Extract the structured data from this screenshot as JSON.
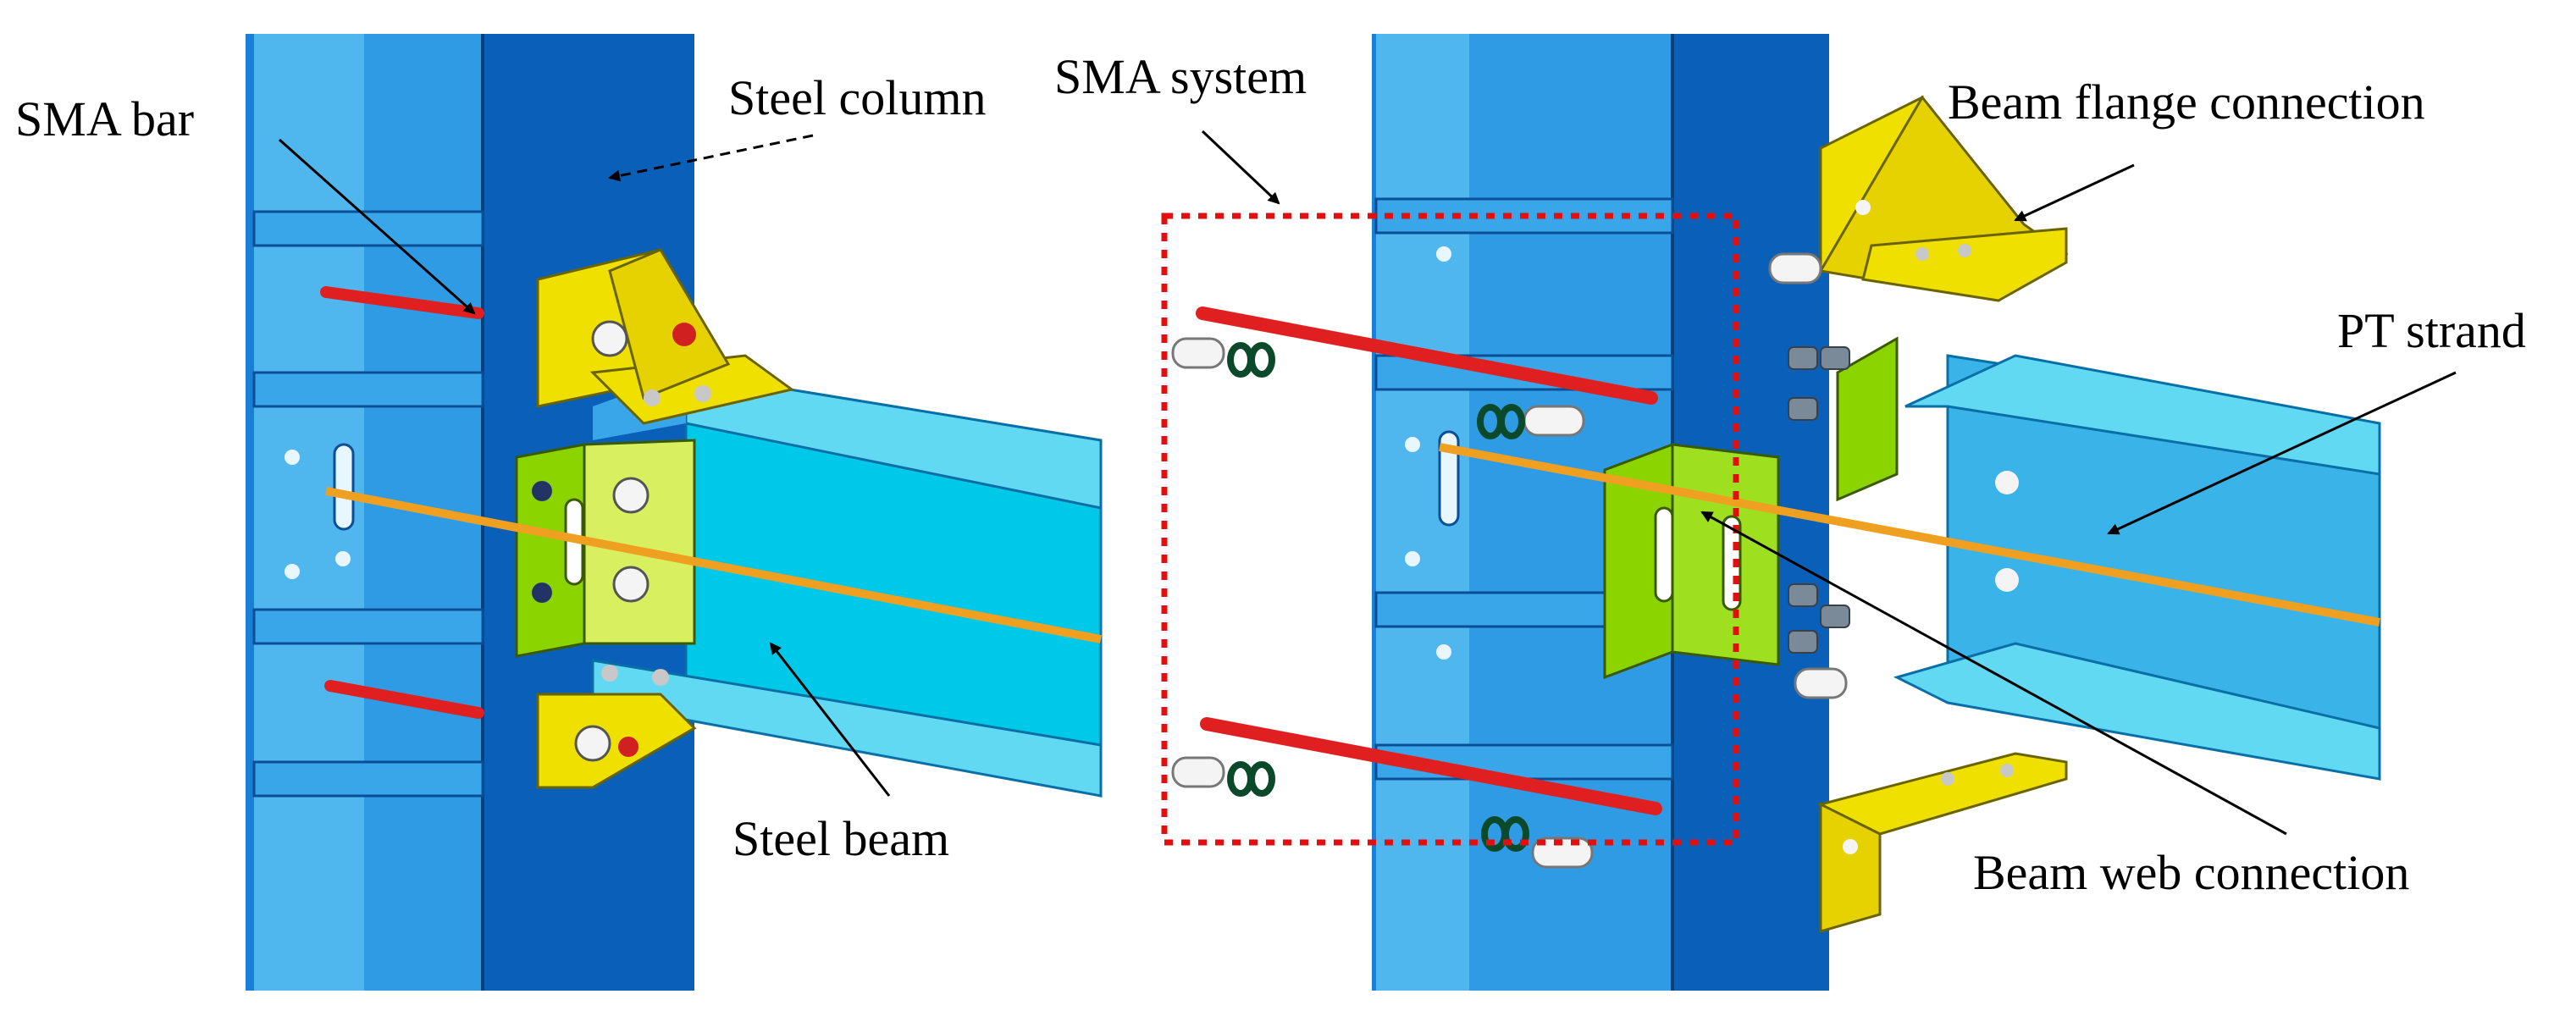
{
  "labels": {
    "sma_bar": "SMA bar",
    "steel_column": "Steel column",
    "sma_system": "SMA system",
    "beam_flange_connection": "Beam flange connection",
    "pt_strand": "PT strand",
    "steel_beam": "Steel beam",
    "beam_web_connection": "Beam web connection"
  },
  "colors": {
    "column_dark": "#0a5fb8",
    "column_mid": "#1a7fd6",
    "column_light": "#4fb6ee",
    "beam_cyan": "#00c8e8",
    "beam_light": "#62d9f2",
    "flange_yellow": "#f0e000",
    "web_green": "#8cd400",
    "sma_red": "#e02020",
    "pt_orange": "#f0a020",
    "dashed_box_red": "#e01010"
  }
}
